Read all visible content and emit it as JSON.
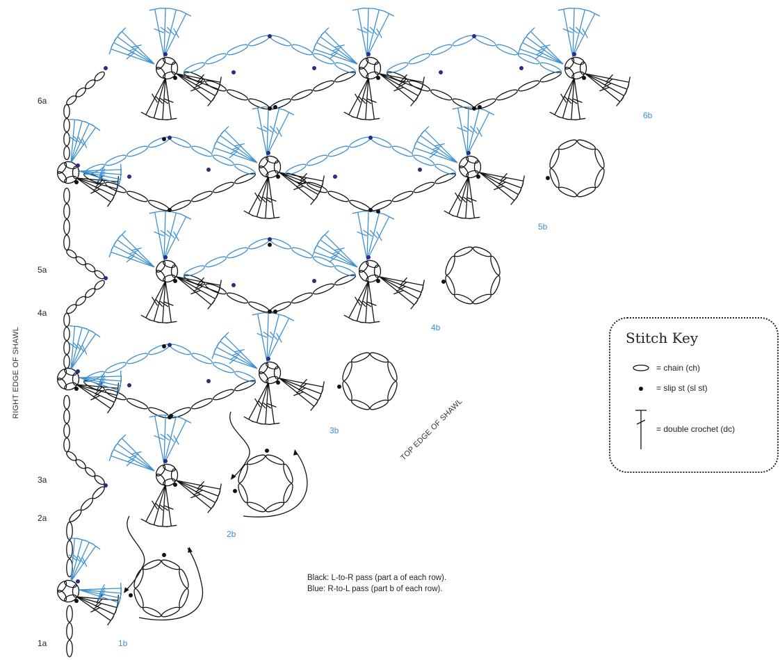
{
  "colors": {
    "black_pass": "#111111",
    "blue_pass": "#3b8fd0",
    "slip_blue": "#2a2a8a"
  },
  "edges": {
    "right": "RIGHT EDGE OF SHAWL",
    "top": "TOP EDGE OF SHAWL"
  },
  "row_labels": {
    "a": [
      "1a",
      "2a",
      "3a",
      "4a",
      "5a",
      "6a"
    ],
    "b": [
      "1b",
      "2b",
      "3b",
      "4b",
      "5b",
      "6b"
    ]
  },
  "legend_note": {
    "black": "Black: L-to-R pass (part a of each row).",
    "blue": "Blue: R-to-L pass (part b of each row)."
  },
  "stitch_key": {
    "title": "Stitch Key",
    "items": [
      {
        "icon": "chain-icon",
        "label": "= chain (ch)"
      },
      {
        "icon": "slip-stitch-icon",
        "label": "= slip st (sl st)"
      },
      {
        "icon": "double-crochet-icon",
        "label": "= double crochet (dc)"
      }
    ]
  }
}
